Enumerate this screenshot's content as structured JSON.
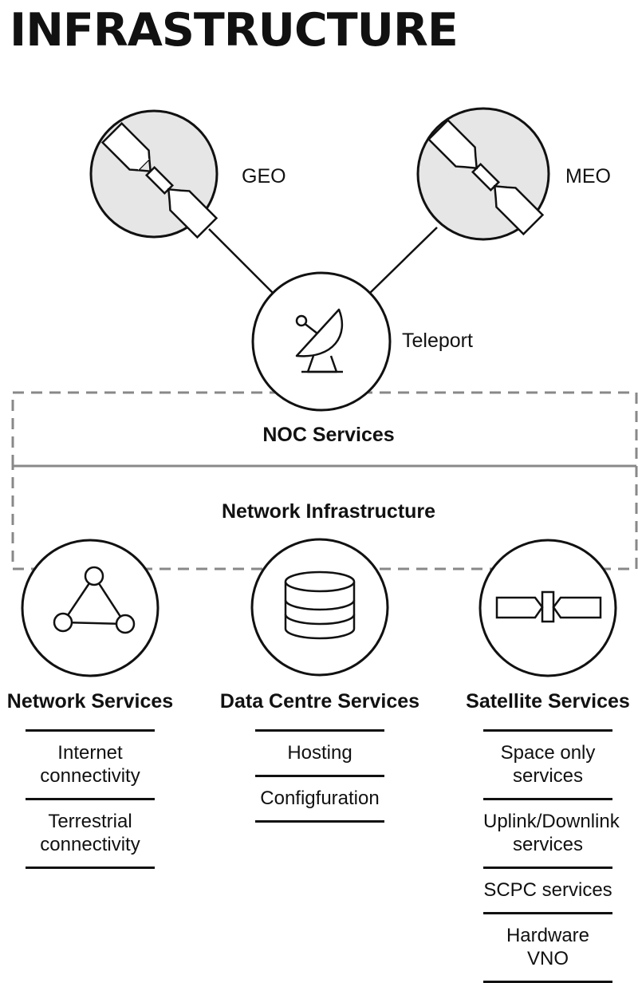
{
  "title": "INFRASTRUCTURE",
  "top_nodes": {
    "geo": {
      "label": "GEO",
      "icon": "satellite-icon"
    },
    "meo": {
      "label": "MEO",
      "icon": "satellite-icon"
    },
    "teleport": {
      "label": "Teleport",
      "icon": "satellite-dish-icon"
    }
  },
  "layers": {
    "noc": "NOC Services",
    "network": "Network Infrastructure"
  },
  "services": [
    {
      "heading": "Network Services",
      "icon": "network-triangle-icon",
      "items": [
        "Internet connectivity",
        "Terrestrial connectivity"
      ]
    },
    {
      "heading": "Data Centre Services",
      "icon": "database-icon",
      "items": [
        "Hosting",
        "Configfuration"
      ]
    },
    {
      "heading": "Satellite Services",
      "icon": "satellite-icon",
      "items": [
        "Space only services",
        "Uplink/Downlink services",
        "SCPC services",
        "Hardware VNO"
      ]
    }
  ],
  "colors": {
    "line": "#111111",
    "orbit_fill": "#e6e6e6",
    "dash": "#888888"
  }
}
